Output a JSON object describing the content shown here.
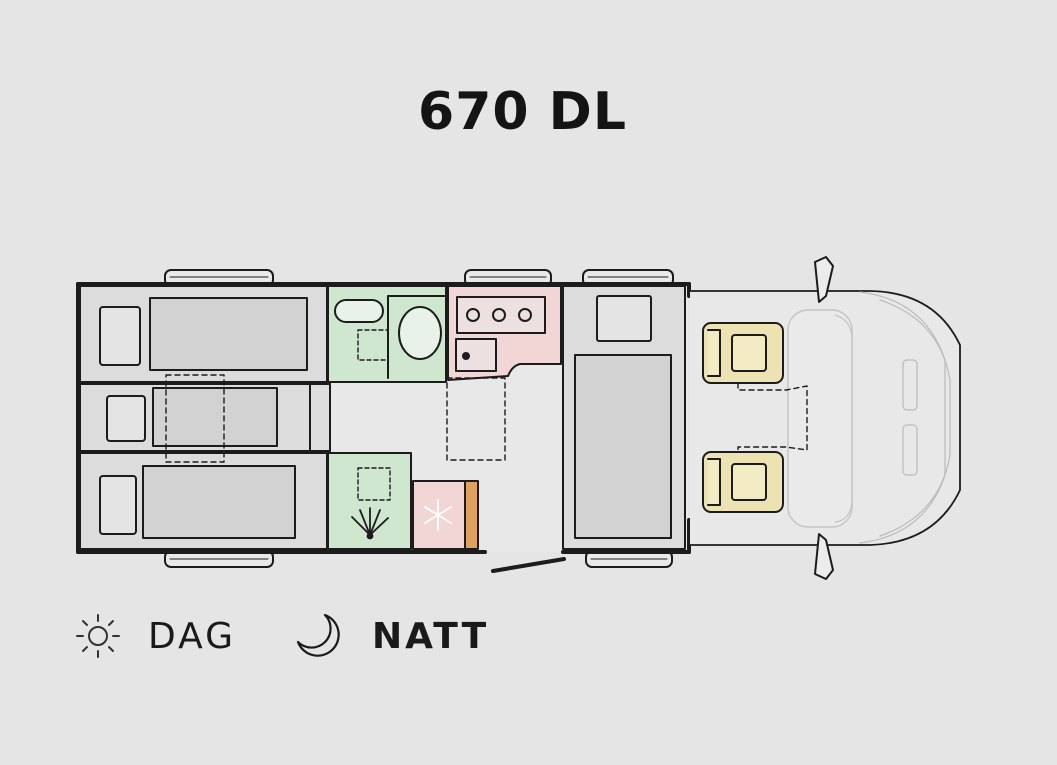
{
  "title": "670 DL",
  "mode_toggle": {
    "day": {
      "label": "DAG",
      "icon": "sun-icon"
    },
    "night": {
      "label": "NATT",
      "icon": "moon-icon",
      "active": true
    }
  },
  "colors": {
    "background": "#e5e5e5",
    "bathroom": "#cfe6cf",
    "kitchen": "#f2d6d6",
    "fridge": "#f2d6d6",
    "fridge_edge": "#e0a060",
    "cab_seats": "#ece2b2",
    "bed": "#d6d6d6",
    "outline": "#1c1c1c"
  }
}
